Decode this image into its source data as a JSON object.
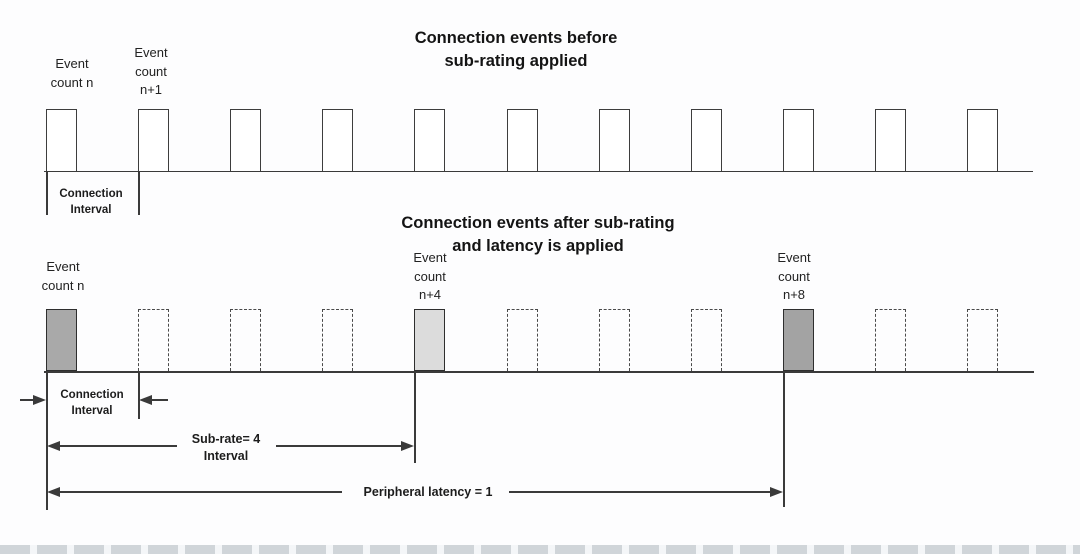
{
  "colors": {
    "line": "#3a3a3a",
    "pulse_fill_dark": "#a9a9a9",
    "pulse_fill_light": "#dcdcdc",
    "pulse_fill_medium": "#a3a3a3",
    "background": "#fdfdfe"
  },
  "top_diagram": {
    "title": "Connection events before\nsub-rating applied",
    "labels": {
      "event_n": "Event\ncount n",
      "event_n1": "Event\ncount\nn+1"
    },
    "interval_label": "Connection\nInterval",
    "events": [
      "outline",
      "outline",
      "outline",
      "outline",
      "outline",
      "outline",
      "outline",
      "outline",
      "outline",
      "outline",
      "outline"
    ]
  },
  "bottom_diagram": {
    "title": "Connection events after sub-rating\nand latency is applied",
    "labels": {
      "event_n": "Event\ncount n",
      "event_n4": "Event\ncount\nn+4",
      "event_n8": "Event\ncount\nn+8"
    },
    "annotations": {
      "connection_interval": "Connection\nInterval",
      "sub_rate": "Sub-rate= 4\nInterval",
      "peripheral_latency": "Peripheral latency = 1"
    },
    "events": [
      "filled_dark",
      "dashed",
      "dashed",
      "dashed",
      "filled_light",
      "dashed",
      "dashed",
      "dashed",
      "filled_medium",
      "dashed",
      "dashed"
    ]
  }
}
